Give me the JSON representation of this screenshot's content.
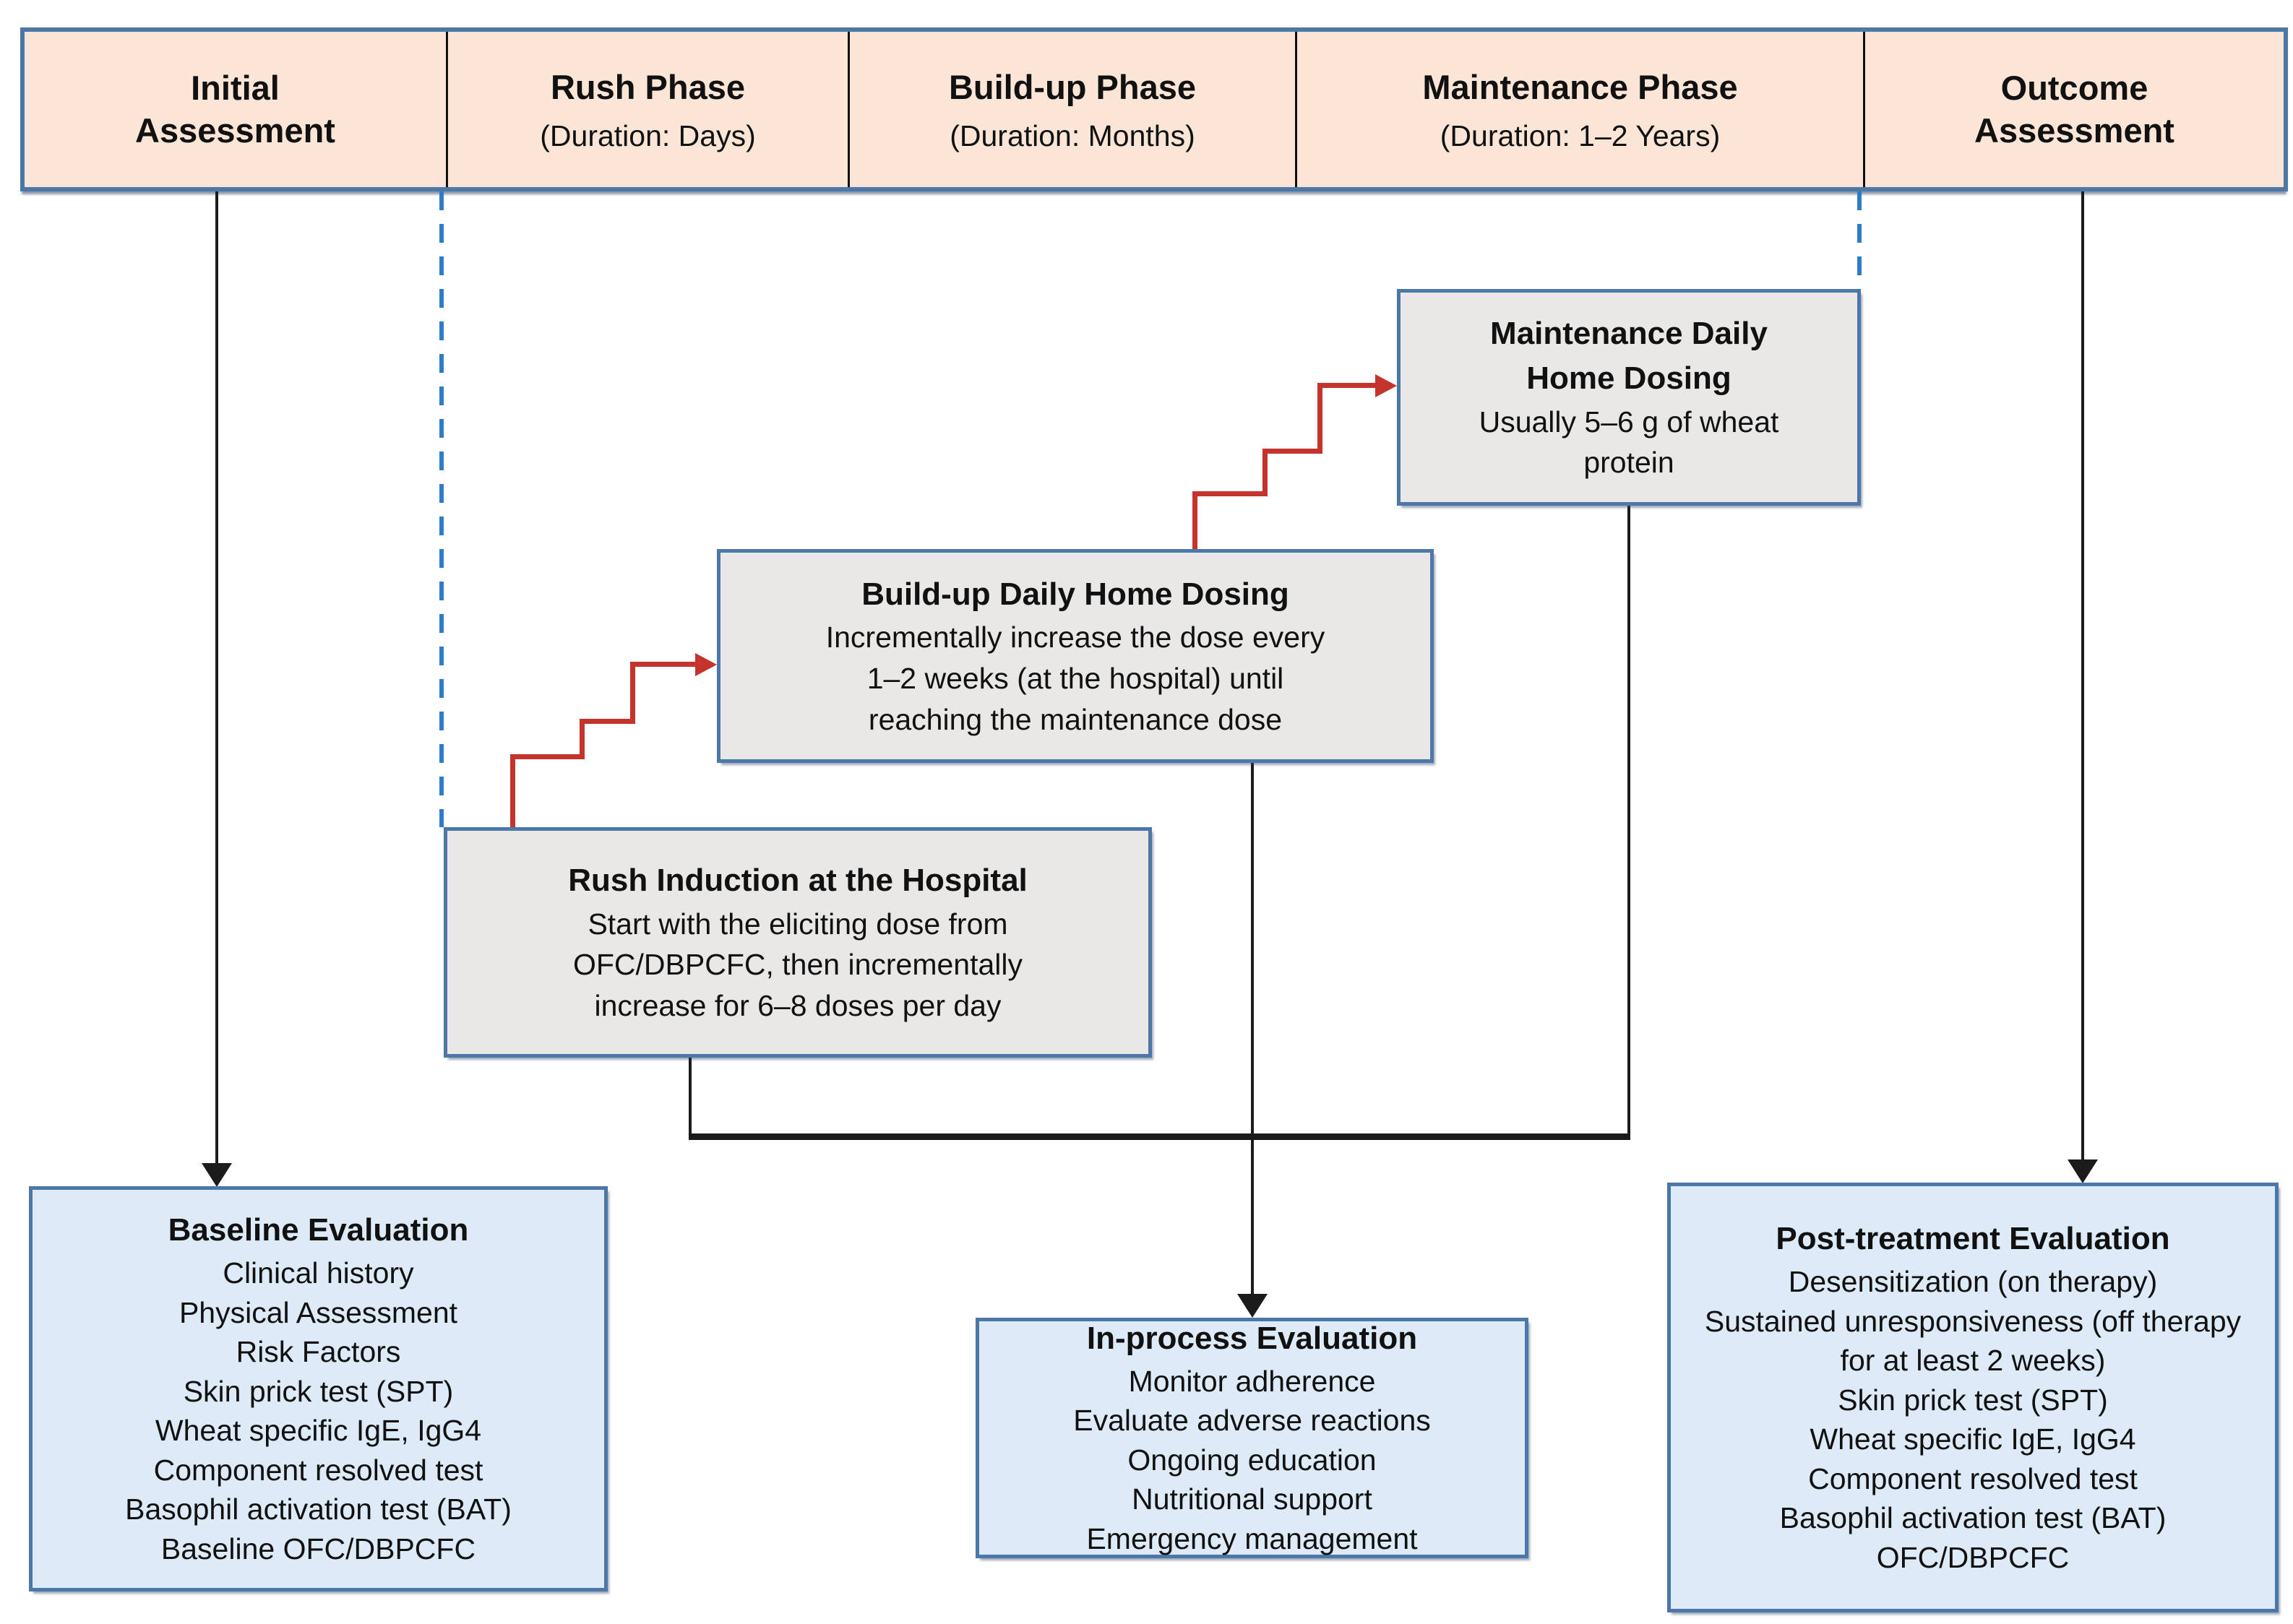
{
  "colors": {
    "header_fill": "#FBE5D6",
    "process_fill": "#E9E8E7",
    "evaluation_fill": "#DDEBF8",
    "border_blue": "#4B77A9",
    "dashed_blue": "#2E7BC8",
    "arrow_red": "#C5342C",
    "line_black": "#1B1B1B"
  },
  "phases": [
    {
      "title_lines": [
        "Initial",
        "Assessment"
      ],
      "subtitle": ""
    },
    {
      "title_lines": [
        "Rush Phase"
      ],
      "subtitle": "(Duration: Days)"
    },
    {
      "title_lines": [
        "Build-up Phase"
      ],
      "subtitle": "(Duration: Months)"
    },
    {
      "title_lines": [
        "Maintenance Phase"
      ],
      "subtitle": "(Duration: 1–2 Years)"
    },
    {
      "title_lines": [
        "Outcome",
        "Assessment"
      ],
      "subtitle": ""
    }
  ],
  "process_boxes": [
    {
      "title_lines": [
        "Maintenance Daily",
        "Home Dosing"
      ],
      "body_lines": [
        "Usually 5–6 g of wheat",
        "protein"
      ]
    },
    {
      "title_lines": [
        "Build-up Daily Home Dosing"
      ],
      "body_lines": [
        "Incrementally increase the dose every",
        "1–2 weeks (at the hospital) until",
        "reaching the maintenance dose"
      ]
    },
    {
      "title_lines": [
        "Rush Induction at the Hospital"
      ],
      "body_lines": [
        "Start with the eliciting dose from",
        "OFC/DBPCFC, then incrementally",
        "increase for 6–8 doses per day"
      ]
    }
  ],
  "evaluation_boxes": [
    {
      "title": "Baseline Evaluation",
      "items": [
        "Clinical history",
        "Physical Assessment",
        "Risk Factors",
        "Skin prick test (SPT)",
        "Wheat specific IgE, IgG4",
        "Component resolved test",
        "Basophil activation test (BAT)",
        "Baseline OFC/DBPCFC"
      ]
    },
    {
      "title": "In-process Evaluation",
      "items": [
        "Monitor adherence",
        "Evaluate adverse reactions",
        "Ongoing education",
        "Nutritional support",
        "Emergency management"
      ]
    },
    {
      "title": "Post-treatment Evaluation",
      "items": [
        "Desensitization (on therapy)",
        "Sustained unresponsiveness (off therapy for at least 2 weeks)",
        "Skin prick test (SPT)",
        "Wheat specific IgE, IgG4",
        "Component resolved test",
        "Basophil activation test (BAT)",
        "OFC/DBPCFC"
      ]
    }
  ]
}
